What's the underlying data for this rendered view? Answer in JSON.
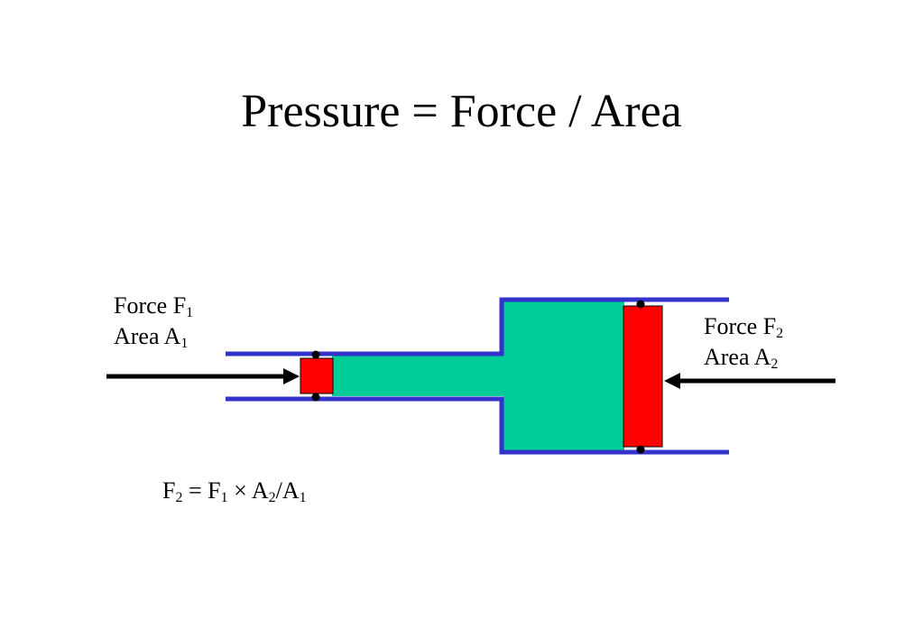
{
  "title": "Pressure = Force / Area",
  "input_piston": {
    "force_label": "Force F",
    "force_sub": "1",
    "area_label": "Area A",
    "area_sub": "1"
  },
  "output_piston": {
    "force_label": "Force F",
    "force_sub": "2",
    "area_label": "Area A",
    "area_sub": "2"
  },
  "formula": {
    "lhs": "F",
    "lhs_sub": "2",
    "eq": " = F",
    "f1_sub": "1",
    "times": " × A",
    "a2_sub": "2",
    "div": "/A",
    "a1_sub": "1"
  },
  "colors": {
    "cylinder_wall": "#3333cc",
    "fluid": "#00cc99",
    "piston": "#ff0000",
    "arrow": "#000000"
  }
}
